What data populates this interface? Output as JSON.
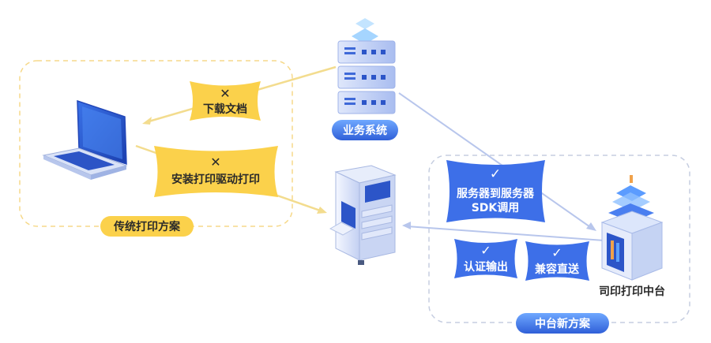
{
  "labels": {
    "business_system": "业务系统",
    "download_doc": "下载文档",
    "install_driver": "安装打印驱动打印",
    "traditional_scheme": "传统打印方案",
    "server_to_server_line1": "服务器到服务器",
    "server_to_server_line2": "SDK调用",
    "auth_output": "认证输出",
    "compatible_direct": "兼容直送",
    "print_platform": "司印打印中台",
    "new_scheme": "中台新方案"
  },
  "icons": {
    "cross": "cross-icon",
    "check": "check-icon",
    "server": "server-icon",
    "laptop": "laptop-icon",
    "printer": "printer-icon",
    "platform": "platform-server-icon"
  },
  "colors": {
    "traditional_accent": "#fbd14b",
    "traditional_border": "#f6d98a",
    "new_accent": "#3d6fe8",
    "new_border": "#c5cde0",
    "arrow_yellow": "#f3dc8e",
    "arrow_blue": "#b8c6ec"
  }
}
